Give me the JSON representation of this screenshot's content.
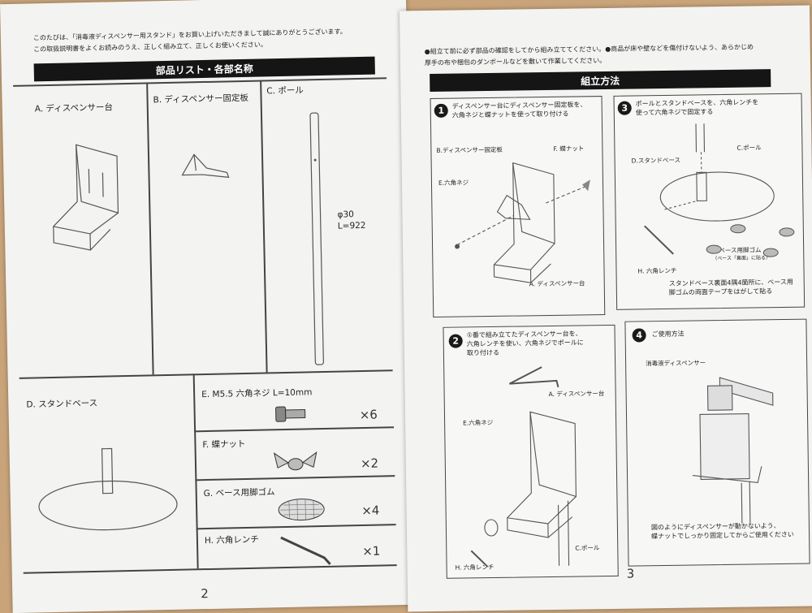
{
  "left_page": {
    "intro_line1": "このたびは、「消毒液ディスペンサー用スタンド」をお買い上げいただきまして誠にありがとうございます。",
    "intro_line2": "この取扱説明書をよくお読みのうえ、正しく組み立て、正しくお使いください。",
    "section_title": "部品リスト・各部名称",
    "parts": {
      "a": "A. ディスペンサー台",
      "b": "B. ディスペンサー固定板",
      "c": "C. ポール",
      "d": "D. スタンドベース",
      "e": "E. M5.5 六角ネジ L=10mm",
      "f": "F. 蝶ナット",
      "g": "G. ベース用脚ゴム",
      "h": "H. 六角レンチ"
    },
    "pole_spec_diameter": "φ30",
    "pole_spec_length": "L=922",
    "qty": {
      "e": "×6",
      "f": "×2",
      "g": "×4",
      "h": "×1"
    },
    "page_number": "2"
  },
  "right_page": {
    "notice_line1": "●組立て前に必ず部品の確認をしてから組み立ててください。●商品が床や壁などを傷付けないよう、あらかじめ",
    "notice_line2": "厚手の布や梱包のダンボールなどを敷いて作業してください。",
    "section_title": "組立方法",
    "step1": {
      "num": "1",
      "text1": "ディスペンサー台にディスペンサー固定板を、",
      "text2": "六角ネジと蝶ナットを使って取り付ける",
      "labels": {
        "plate": "B.ディスペンサー固定板",
        "nut": "F. 蝶ナット",
        "screw": "E.六角ネジ",
        "stand": "A. ディスペンサー台"
      }
    },
    "step2": {
      "num": "2",
      "text1": "①番で組み立てたディスペンサー台を、",
      "text2": "六角レンチを使い、六角ネジでポールに",
      "text3": "取り付ける",
      "labels": {
        "stand": "A. ディスペンサー台",
        "screw": "E.六角ネジ",
        "pole": "C.ポール",
        "wrench": "H. 六角レンチ"
      }
    },
    "step3": {
      "num": "3",
      "text1": "ポールとスタンドベースを、六角レンチを",
      "text2": "使って六角ネジで固定する",
      "labels": {
        "pole": "C.ポール",
        "base": "D.スタンドベース",
        "rubber": "G.ベース用脚ゴム",
        "rubber_sub": "（ベース「裏面」に貼る）",
        "wrench": "H. 六角レンチ"
      },
      "note1": "スタンドベース裏面4隅4箇所に、ベース用",
      "note2": "脚ゴムの両面テープをはがして貼る"
    },
    "step4": {
      "num": "4",
      "title": "ご使用方法",
      "label": "消毒液ディスペンサー",
      "note1": "図のようにディスペンサーが動かないよう、",
      "note2": "蝶ナットでしっかり固定してからご使用ください"
    },
    "page_number": "3"
  }
}
